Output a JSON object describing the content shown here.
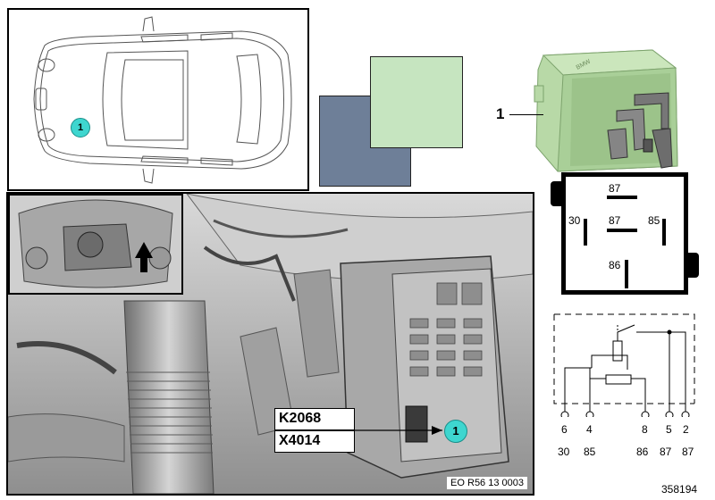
{
  "callouts": {
    "car_marker": "1",
    "engine_marker": "1",
    "relay_marker": "1"
  },
  "engine_labels": {
    "relay_code": "K2068",
    "connector_code": "X4014",
    "figure_id": "EO R56 13 0003"
  },
  "pinout": {
    "top": "87",
    "left": "30",
    "center": "87",
    "right": "85",
    "bottom": "86"
  },
  "schematic": {
    "pin_numbers": [
      "6",
      "4",
      "8",
      "5",
      "2"
    ],
    "terminal_codes": [
      "30",
      "85",
      "86",
      "87",
      "87"
    ]
  },
  "diagram_number": "358194",
  "colors": {
    "marker_fill": "#3ed6cf",
    "relay_body": "#b8d9a7",
    "swatch_green": "#c6e5c0",
    "swatch_blue": "#6e7f98"
  }
}
